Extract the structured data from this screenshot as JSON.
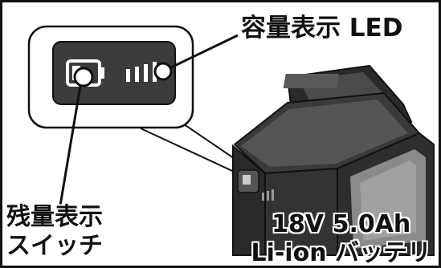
{
  "callouts": {
    "capacity_led": "容量表示 LED",
    "remaining_switch_line1": "残量表示",
    "remaining_switch_line2": "スイッチ"
  },
  "product": {
    "spec": "18V 5.0Ah",
    "type": "Li-ion バッテリ"
  },
  "colors": {
    "line": "#111111",
    "panel": "#3c3c3c",
    "body_dark": "#2a2a2a",
    "body_mid": "#5a5a5a",
    "body_light": "#8a8a8a"
  },
  "icons": [
    "battery-icon",
    "led-indicator-icon",
    "push-button-icon"
  ]
}
